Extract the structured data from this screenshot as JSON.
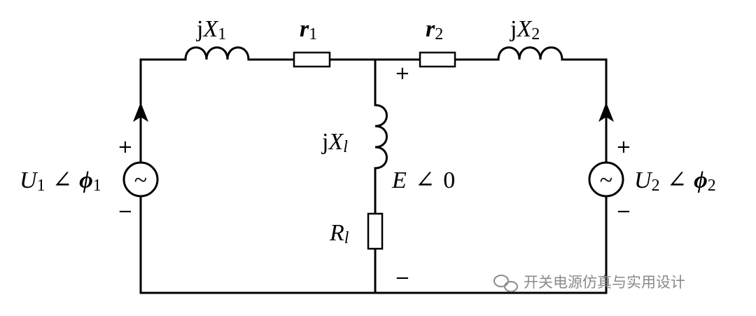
{
  "components": {
    "jx1": {
      "prefix": "j",
      "main": "X",
      "sub": "1"
    },
    "r1": {
      "main": "r",
      "sub": "1"
    },
    "r2": {
      "main": "r",
      "sub": "2"
    },
    "jx2": {
      "prefix": "j",
      "main": "X",
      "sub": "2"
    },
    "jxl": {
      "prefix": "j",
      "main": "X",
      "sub": "l"
    },
    "rl": {
      "main": "R",
      "sub": "l"
    }
  },
  "sources": {
    "u1": {
      "main": "U",
      "sub": "1",
      "angle": "∠",
      "phase": "ϕ",
      "phase_sub": "1",
      "symbol": "~"
    },
    "u2": {
      "main": "U",
      "sub": "2",
      "angle": "∠",
      "phase": "ϕ",
      "phase_sub": "2",
      "symbol": "~"
    }
  },
  "emf": {
    "main": "E",
    "angle": "∠",
    "value": "0"
  },
  "polarity": {
    "plus": "+",
    "minus": "−"
  },
  "watermark": {
    "text": "开关电源仿真与实用设计"
  }
}
